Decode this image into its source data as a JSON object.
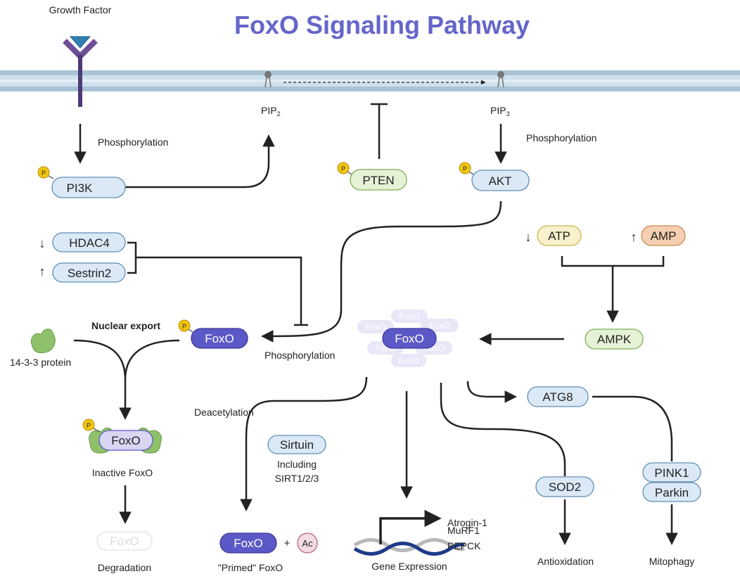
{
  "title": "FoxO Signaling Pathway",
  "labels": {
    "growth_factor": "Growth Factor",
    "pip2": "PIP",
    "pip2_sub": "2",
    "pip3": "PIP",
    "pip3_sub": "3",
    "phosphorylation_1": "Phosphorylation",
    "phosphorylation_2": "Phosphorylation",
    "phosphorylation_3": "Phosphorylation",
    "nuclear_export": "Nuclear export",
    "protein_1433": "14-3-3 protein",
    "inactive_foxo": "Inactive FoxO",
    "degradation": "Degradation",
    "deacetylation": "Deacetylation",
    "including": "Including",
    "sirt": "SIRT1/2/3",
    "primed_foxo": "\"Primed\" FoxO",
    "plus": "+",
    "gene_expression": "Gene Expression",
    "atrogin": "Atrogin-1",
    "murf1": "MuRF1",
    "pepck": "PEPCK",
    "antioxidation": "Antioxidation",
    "mitophagy": "Mitophagy",
    "phospho_p": "P",
    "arrow_down": "↓",
    "arrow_up": "↑"
  },
  "nodes": {
    "pi3k": "PI3K",
    "pten": "PTEN",
    "akt": "AKT",
    "hdac4": "HDAC4",
    "sestrin2": "Sestrin2",
    "atp": "ATP",
    "amp": "AMP",
    "ampk": "AMPK",
    "foxo_phospho": "FoxO",
    "foxo_center": "FoxO",
    "foxo_ghost": "FoxO",
    "foxo_inactive": "FoxO",
    "foxo_degraded": "FoxO",
    "foxo_primed": "FoxO",
    "ac": "Ac",
    "atg8": "ATG8",
    "sirtuin": "Sirtuin",
    "sod2": "SOD2",
    "pink1": "PINK1",
    "parkin": "Parkin"
  },
  "colors": {
    "title": "#6566c9",
    "membrane": "#c9dcea",
    "pill_blue": "#dbe9f6",
    "pill_blue_border": "#5f8fb6",
    "pill_green": "#e6f2d6",
    "pill_green_border": "#7eae55",
    "atp": "#f7f1cc",
    "amp": "#f4cfb0",
    "foxo": "#5b58c7",
    "foxo_light": "#d9d6f3",
    "phospho": "#f2c511",
    "protein_green": "#8fc06a",
    "receptor": "#6e4c96"
  }
}
